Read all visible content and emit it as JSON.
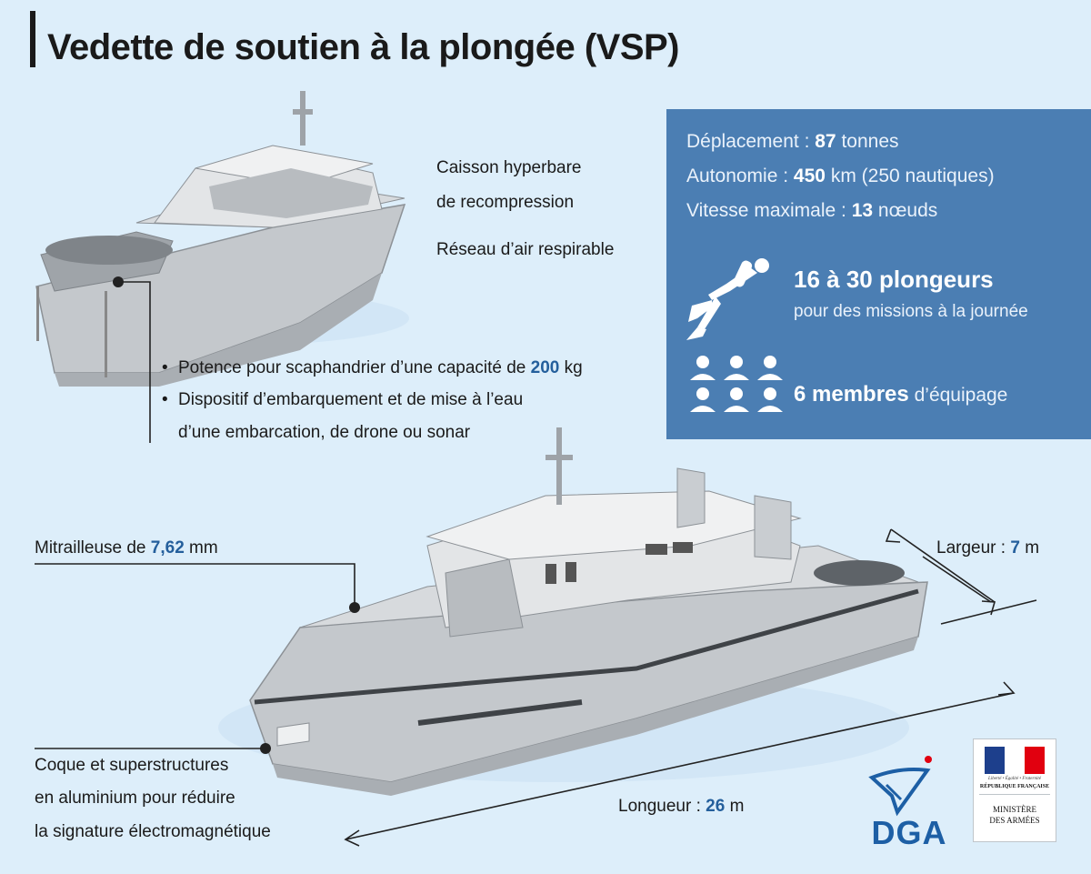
{
  "title": "Vedette de soutien à la plongée (VSP)",
  "callouts": {
    "caisson_line1": "Caisson hyperbare",
    "caisson_line2": "de recompression",
    "reseau": "Réseau d’air respirable",
    "potence_prefix": "Potence pour scaphandrier d’une capacité de",
    "potence_value": "200",
    "potence_unit": "kg",
    "dispositif_line1": "Dispositif d’embarquement et de mise à l’eau",
    "dispositif_line2": "d’une embarcation, de drone ou sonar",
    "mitrailleuse_prefix": "Mitrailleuse de",
    "mitrailleuse_value": "7,62",
    "mitrailleuse_unit": "mm",
    "largeur_prefix": "Largeur :",
    "largeur_value": "7",
    "largeur_unit": "m",
    "longueur_prefix": "Longueur :",
    "longueur_value": "26",
    "longueur_unit": "m",
    "coque_line1": "Coque et superstructures",
    "coque_line2": "en aluminium pour réduire",
    "coque_line3": "la signature électromagnétique"
  },
  "specs": {
    "deplacement_label": "Déplacement :",
    "deplacement_value": "87",
    "deplacement_unit": "tonnes",
    "autonomie_label": "Autonomie :",
    "autonomie_value": "450",
    "autonomie_unit": "km (250 nautiques)",
    "vitesse_label": "Vitesse maximale :",
    "vitesse_value": "13",
    "vitesse_unit": "nœuds",
    "plongeurs_bold": "16 à 30 plongeurs",
    "plongeurs_sub": "pour des missions à la journée",
    "equipage_bold": "6 membres",
    "equipage_rest": "d’équipage"
  },
  "logos": {
    "dga_text": "DGA",
    "marianne_motto": "Liberté • Égalité • Fraternité",
    "marianne_republique": "RÉPUBLIQUE FRANÇAISE",
    "ministere_line1": "MINISTÈRE",
    "ministere_line2": "DES ARMÉES"
  },
  "colors": {
    "background": "#ddeefa",
    "panel": "#4b7eb3",
    "accent": "#245f9c",
    "hull": "#c9cdd1",
    "dga_blue": "#1d5fa5",
    "marianne_red": "#e1000f"
  },
  "icons": [
    "diver-icon",
    "crew-icon"
  ]
}
